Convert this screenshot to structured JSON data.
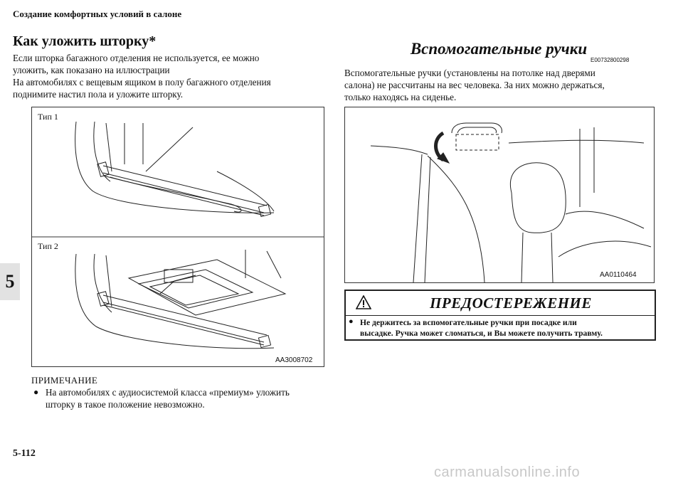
{
  "header": "Создание комфортных условий в салоне",
  "left": {
    "title": "Как уложить шторку*",
    "paragraph_lines": [
      "Если шторка багажного отделения не используется, ее можно",
      "уложить, как показано на иллюстрации",
      "На автомобилях с вещевым ящиком в полу багажного отделения",
      "поднимите настил пола и уложите шторку."
    ],
    "figure": {
      "type1_label": "Тип 1",
      "type2_label": "Тип 2",
      "code": "AA3008702"
    },
    "note": {
      "heading": "ПРИМЕЧАНИЕ",
      "bullet": "●",
      "lines": [
        "На автомобилях с аудиосистемой класса «премиум» уложить",
        "шторку в такое положение невозможно."
      ]
    }
  },
  "chapter_tab": "5",
  "right": {
    "title": "Вспомогательные ручки",
    "doc_code": "E00732800298",
    "paragraph_lines": [
      "Вспомогательные ручки (установлены на потолке над дверями",
      "салона) не рассчитаны на вес человека. За них можно держаться,",
      "только находясь на сиденье."
    ],
    "figure": {
      "code": "AA0110464"
    },
    "warning": {
      "title": "ПРЕДОСТЕРЕЖЕНИЕ",
      "icon": "warning-triangle-icon",
      "bullet": "●",
      "lines": [
        "Не держитесь за вспомогательные ручки при посадке или",
        "высадке. Ручка может сломаться, и Вы можете получить травму."
      ]
    }
  },
  "page_number": "5-112",
  "watermark": "carmanualsonline.info"
}
